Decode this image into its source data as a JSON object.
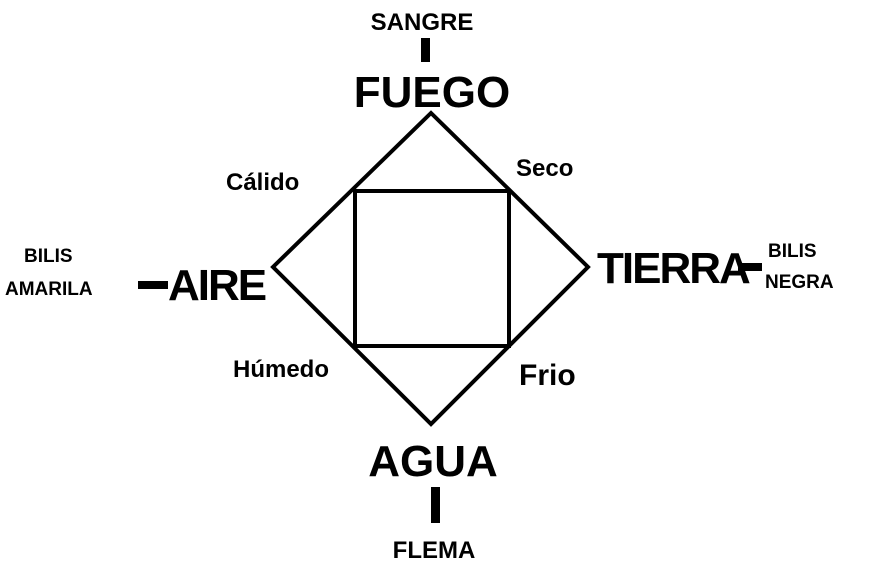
{
  "elements": {
    "fire": "FUEGO",
    "air": "AIRE",
    "earth": "TIERRA",
    "water": "AGUA"
  },
  "humors": {
    "blood": "SANGRE",
    "yellow_bile_line1": "BILIS",
    "yellow_bile_line2": "AMARILA",
    "black_bile_line1": "BILIS",
    "black_bile_line2": "NEGRA",
    "phlegm": "FLEMA"
  },
  "qualities": {
    "hot": "Cálido",
    "dry": "Seco",
    "wet": "Húmedo",
    "cold": "Frio"
  }
}
